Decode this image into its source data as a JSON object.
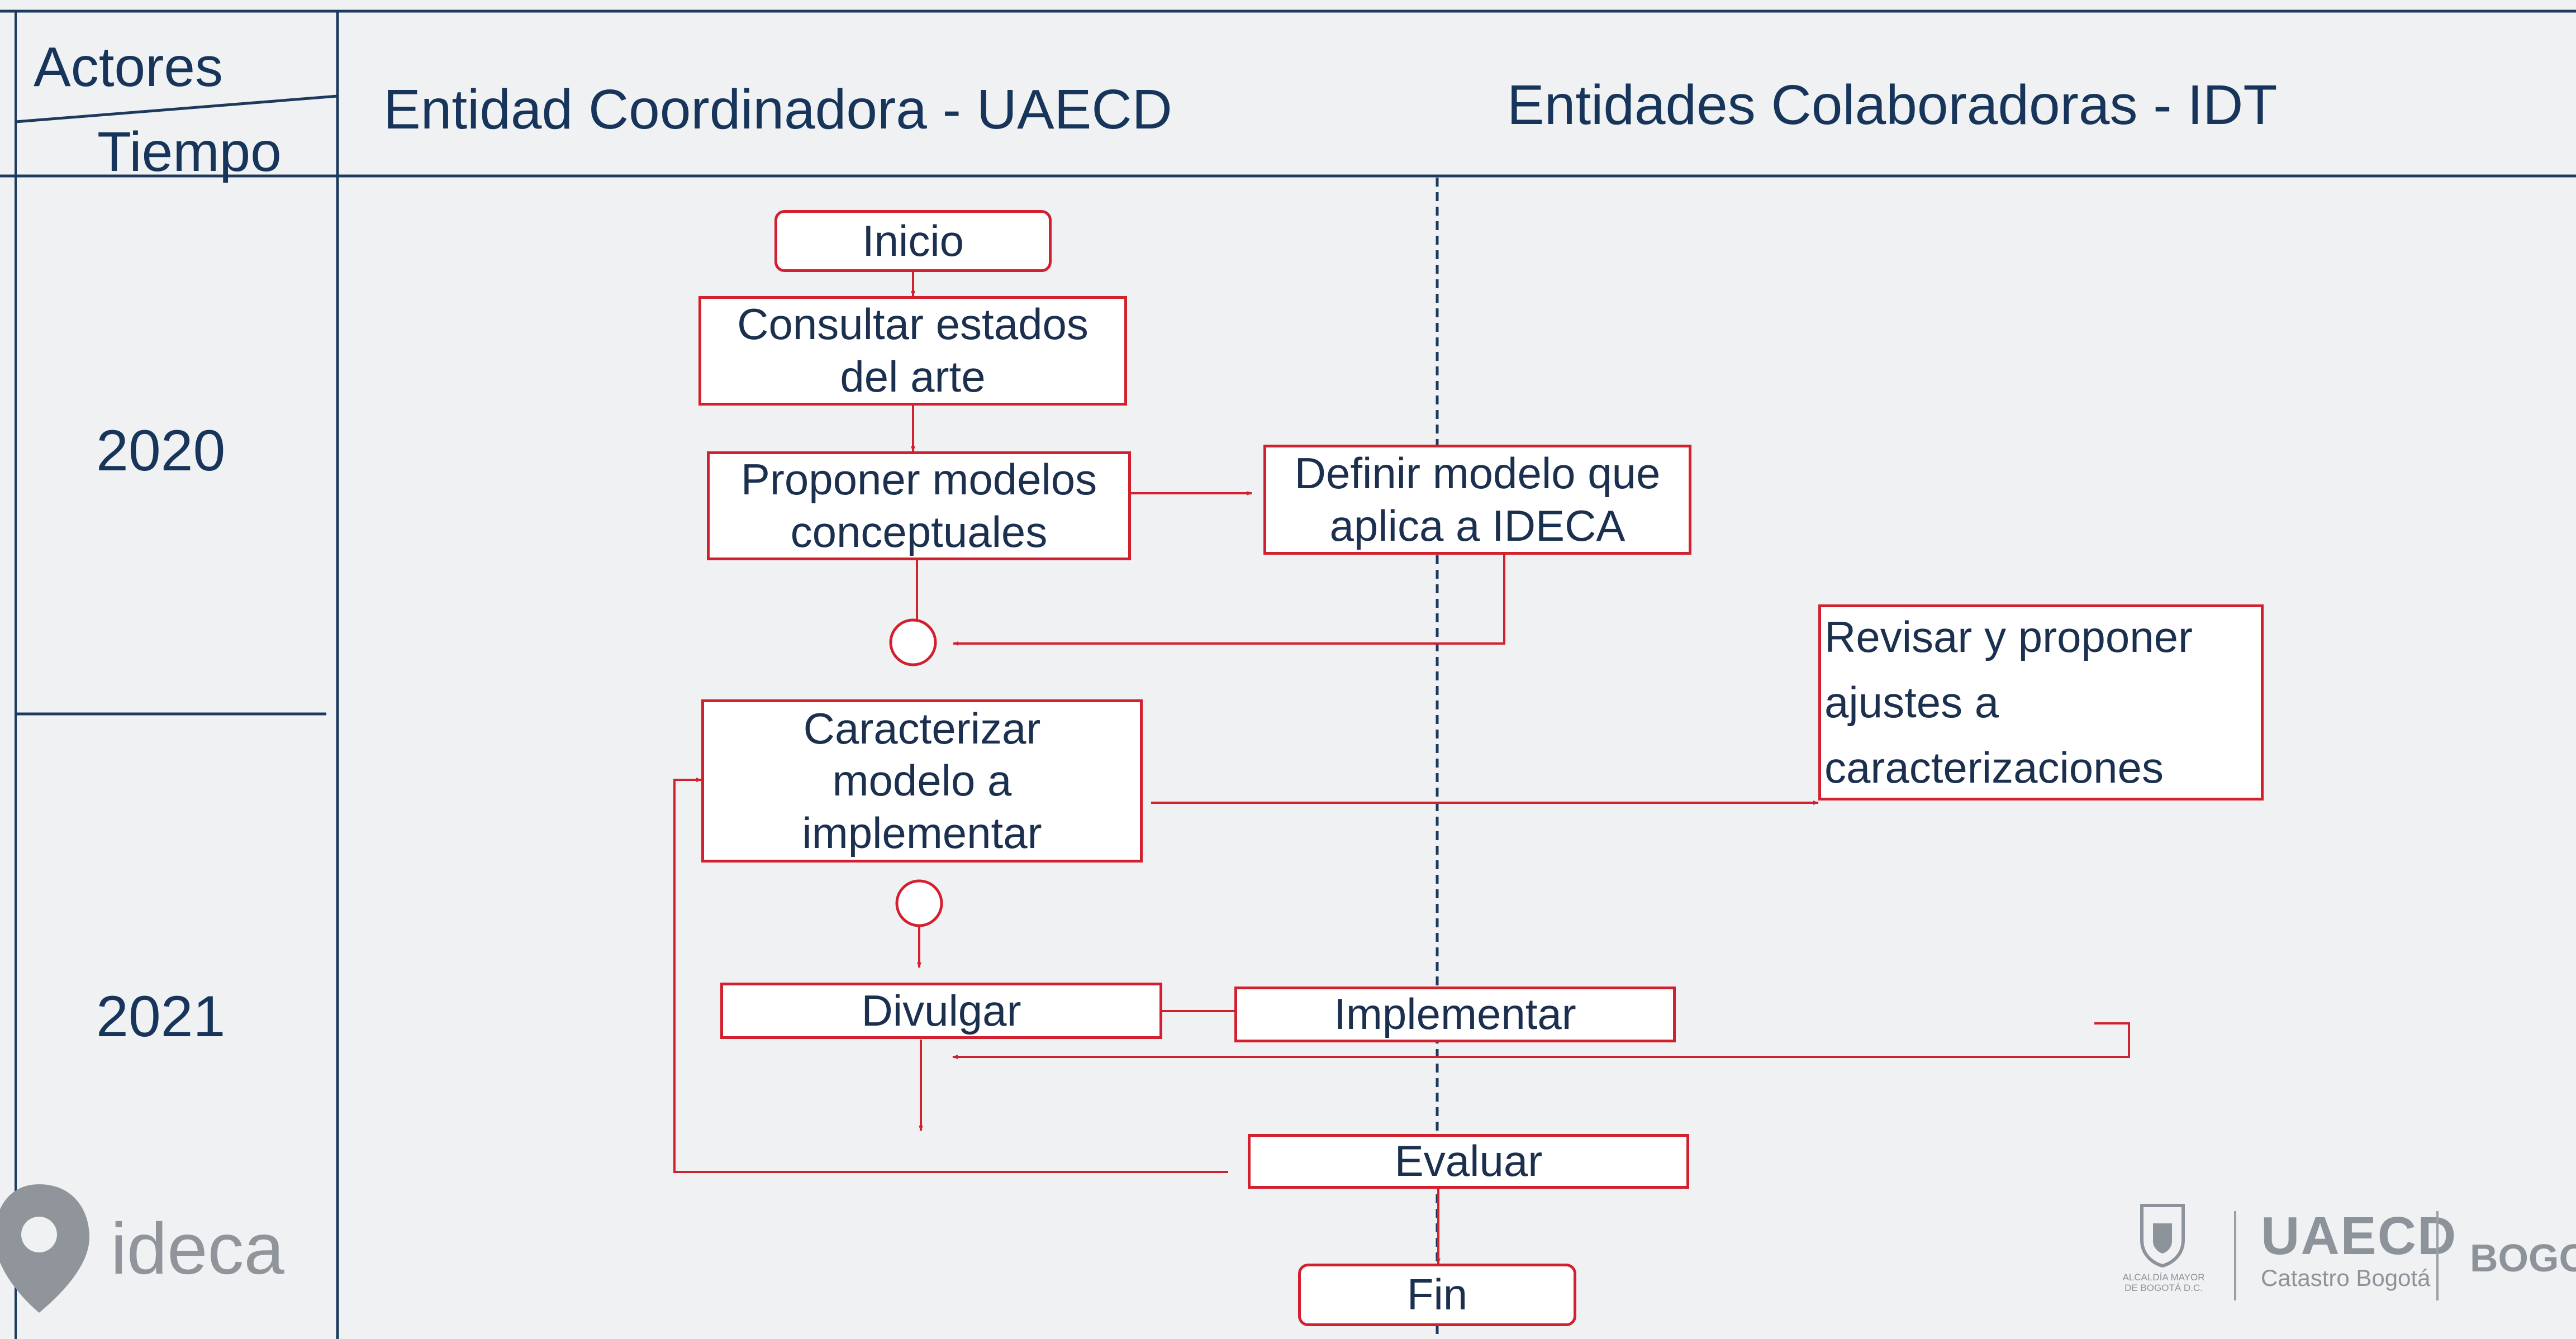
{
  "header": {
    "actors_label": "Actores",
    "time_label": "Tiempo",
    "coordinator_title": "Entidad Coordinadora - UAECD",
    "collaborators_title": "Entidades Colaboradoras - IDT"
  },
  "years": [
    "2020",
    "2021"
  ],
  "nodes": {
    "inicio": "Inicio",
    "consultar": "Consultar estados\ndel arte",
    "proponer": "Proponer modelos\nconceptuales",
    "definir": "Definir modelo que\naplica a IDECA",
    "revisar": "Revisar y proponer\najustes a\ncaracterizaciones",
    "caracterizar": "Caracterizar\nmodelo a\nimplementar",
    "divulgar": "Divulgar",
    "implementar": "Implementar",
    "evaluar": "Evaluar",
    "fin": "Fin"
  },
  "logos": {
    "ideca": "ideca",
    "uaecd": "UAECD",
    "uaecd_sub": "Catastro Bogotá",
    "bogota": "BOGO",
    "alcaldia": "ALCALDÍA MAYOR\nDE BOGOTÁ D.C."
  },
  "colors": {
    "accent_red": "#d3202f",
    "navy": "#17355a",
    "background": "#f0f1f2"
  }
}
